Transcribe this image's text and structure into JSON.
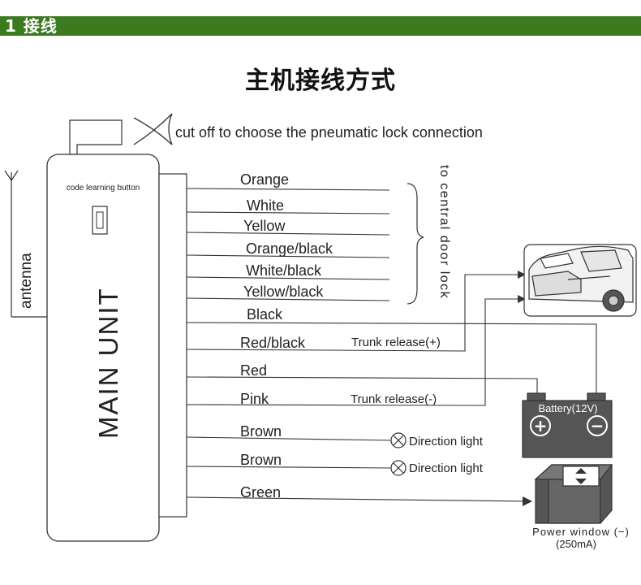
{
  "banner": {
    "text": "1 接线"
  },
  "title": "主机接线方式",
  "cut_note": "cut off to choose the pneumatic lock connection",
  "main_unit": {
    "label": "MAIN UNIT",
    "button_label": "code learning button"
  },
  "antenna_label": "antenna",
  "wires": [
    {
      "label": "Orange"
    },
    {
      "label": "White"
    },
    {
      "label": "Yellow"
    },
    {
      "label": "Orange/black"
    },
    {
      "label": "White/black"
    },
    {
      "label": "Yellow/black"
    },
    {
      "label": "Black"
    },
    {
      "label": "Red/black"
    },
    {
      "label": "Red"
    },
    {
      "label": "Pink"
    },
    {
      "label": "Brown"
    },
    {
      "label": "Brown"
    },
    {
      "label": "Green"
    }
  ],
  "central_lock_label": "to central door lock",
  "trunk_pos": "Trunk release(+)",
  "trunk_neg": "Trunk release(-)",
  "direction_light_1": "Direction light",
  "direction_light_2": "Direction light",
  "battery": {
    "label": "Battery(12V)",
    "plus": "+",
    "minus": "−"
  },
  "power_window": {
    "label": "Power window (−)",
    "current": "(250mA)"
  },
  "colors": {
    "banner": "#3c7a1f",
    "line": "#333333"
  }
}
